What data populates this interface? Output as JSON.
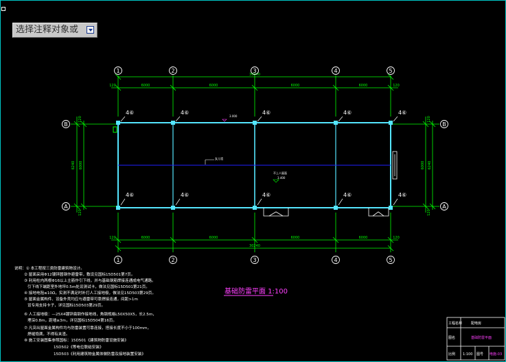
{
  "prompt": {
    "label": "选择注释对象或",
    "dropdown_icon": "dropdown-arrow-icon"
  },
  "colors": {
    "background": "#000000",
    "grid": "#00ff00",
    "wall": "#55e6ff",
    "centerline": "#2020ff",
    "axis_circle": "#ffffff",
    "title": "#ff40ff",
    "notes": "#ffffff"
  },
  "drawing": {
    "top_axes": [
      "1",
      "2",
      "3",
      "4",
      "5"
    ],
    "side_axes": [
      "B",
      "A"
    ],
    "total_dim": "30240",
    "dims": [
      "6000",
      "6000",
      "6000",
      "6000"
    ],
    "edge_dim": "120",
    "depth_dims": [
      "6000",
      "6240"
    ],
    "rebar_tag": "4⑥",
    "elev_label": "3.000",
    "mid_label": "女儿墙",
    "roof_note": "不上人屋面",
    "roof_elev": "3.400",
    "title": "基础防雷平面 1:100"
  },
  "notes": [
    "说明：① 本工程按三类防雷建筑物设计。",
    "② 屋面采用Φ12镀锌圆钢作避雷带，敷设见国标15D501第7页。",
    "③ 利用柱内两根Φ16以上主筋作引下线，并与基础钢筋焊接连通成电气通路。",
    "引下线下端距室外地坪0.5m处设测试卡，做法见国标15D501第21页。",
    "④ 接地电阻≤10Ω，实测不满足时补打人工接地极，做法见15D503第29页。",
    "⑤ 屋面金属构件、设备外壳均应与避雷带可靠焊接连通，间距>1m",
    "设专用支持卡子，详见国标15D503第29页。",
    "⑥ 人工接地极：—25X4镀锌扁钢作接地线，角钢规格L50X50X5，长2.5m，",
    "埋深0.8m，距墙≥3m，详见国标15D504第16页。",
    "⑦ 凡突出屋面金属构件均与防雷装置可靠连接，搭接长度不小于100mm，",
    "焊缝饱满，不得有夹渣。",
    "⑧ 施工安装图集参照国标：15D501《建筑物防雷设施安装》",
    "15D502《等电位联结安装》",
    "15D503《利用建筑物金属体做防雷及接地装置安装》"
  ],
  "title_block": {
    "project_label": "工程名称",
    "project_value": "配电房",
    "drawing_label": "图名",
    "drawing_value": "基础防雷平面",
    "scale_label": "比例",
    "scale_value": "1:100",
    "number_label": "图号",
    "number_value": "电施-03"
  }
}
